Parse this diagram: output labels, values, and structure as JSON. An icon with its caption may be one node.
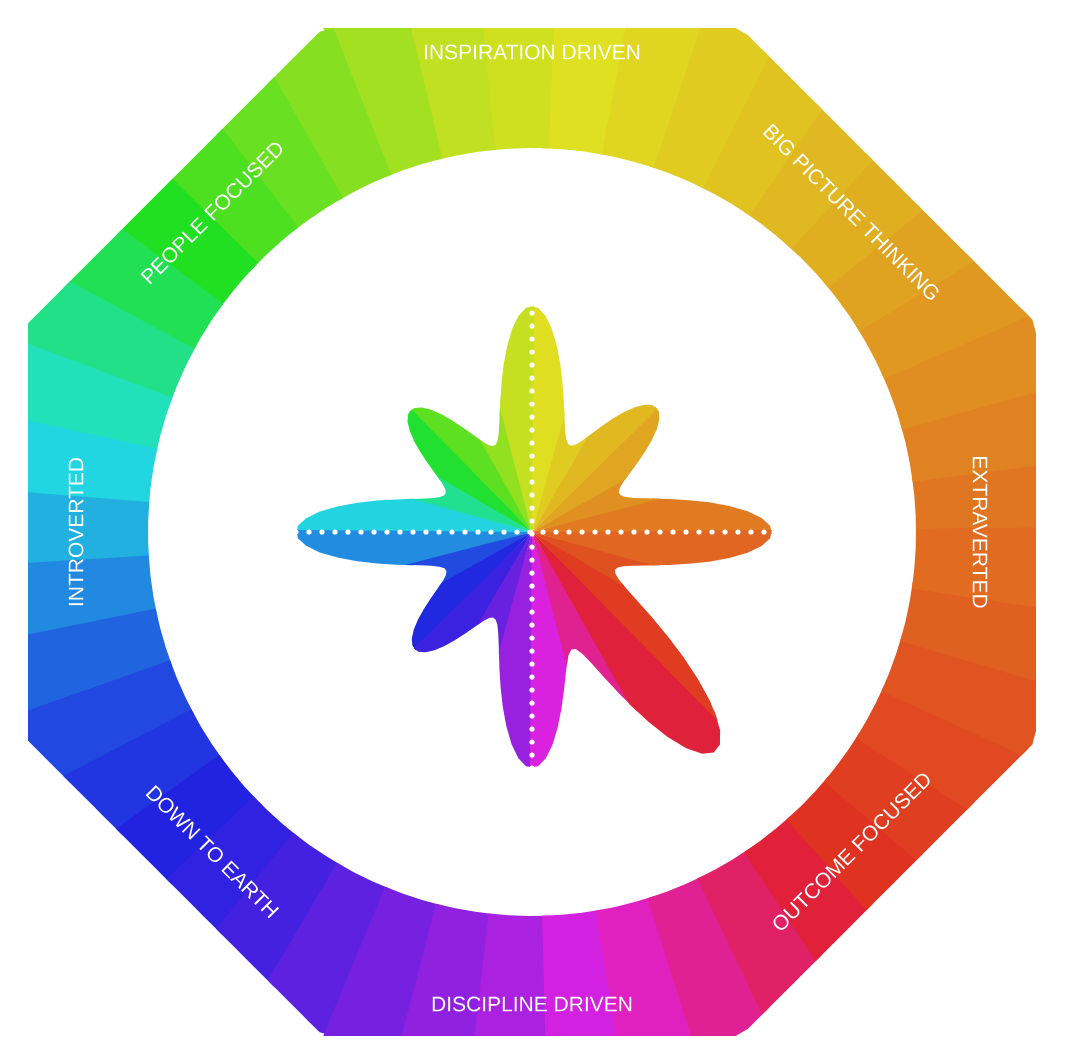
{
  "diagram": {
    "labels": [
      "INSPIRATION DRIVEN",
      "PEOPLE FOCUSED",
      "BIG PICTURE THINKING",
      "INTROVERTED",
      "EXTRAVERTED",
      "DOWN TO EARTH",
      "OUTCOME FOCUSED",
      "DISCIPLINE DRIVEN"
    ]
  }
}
